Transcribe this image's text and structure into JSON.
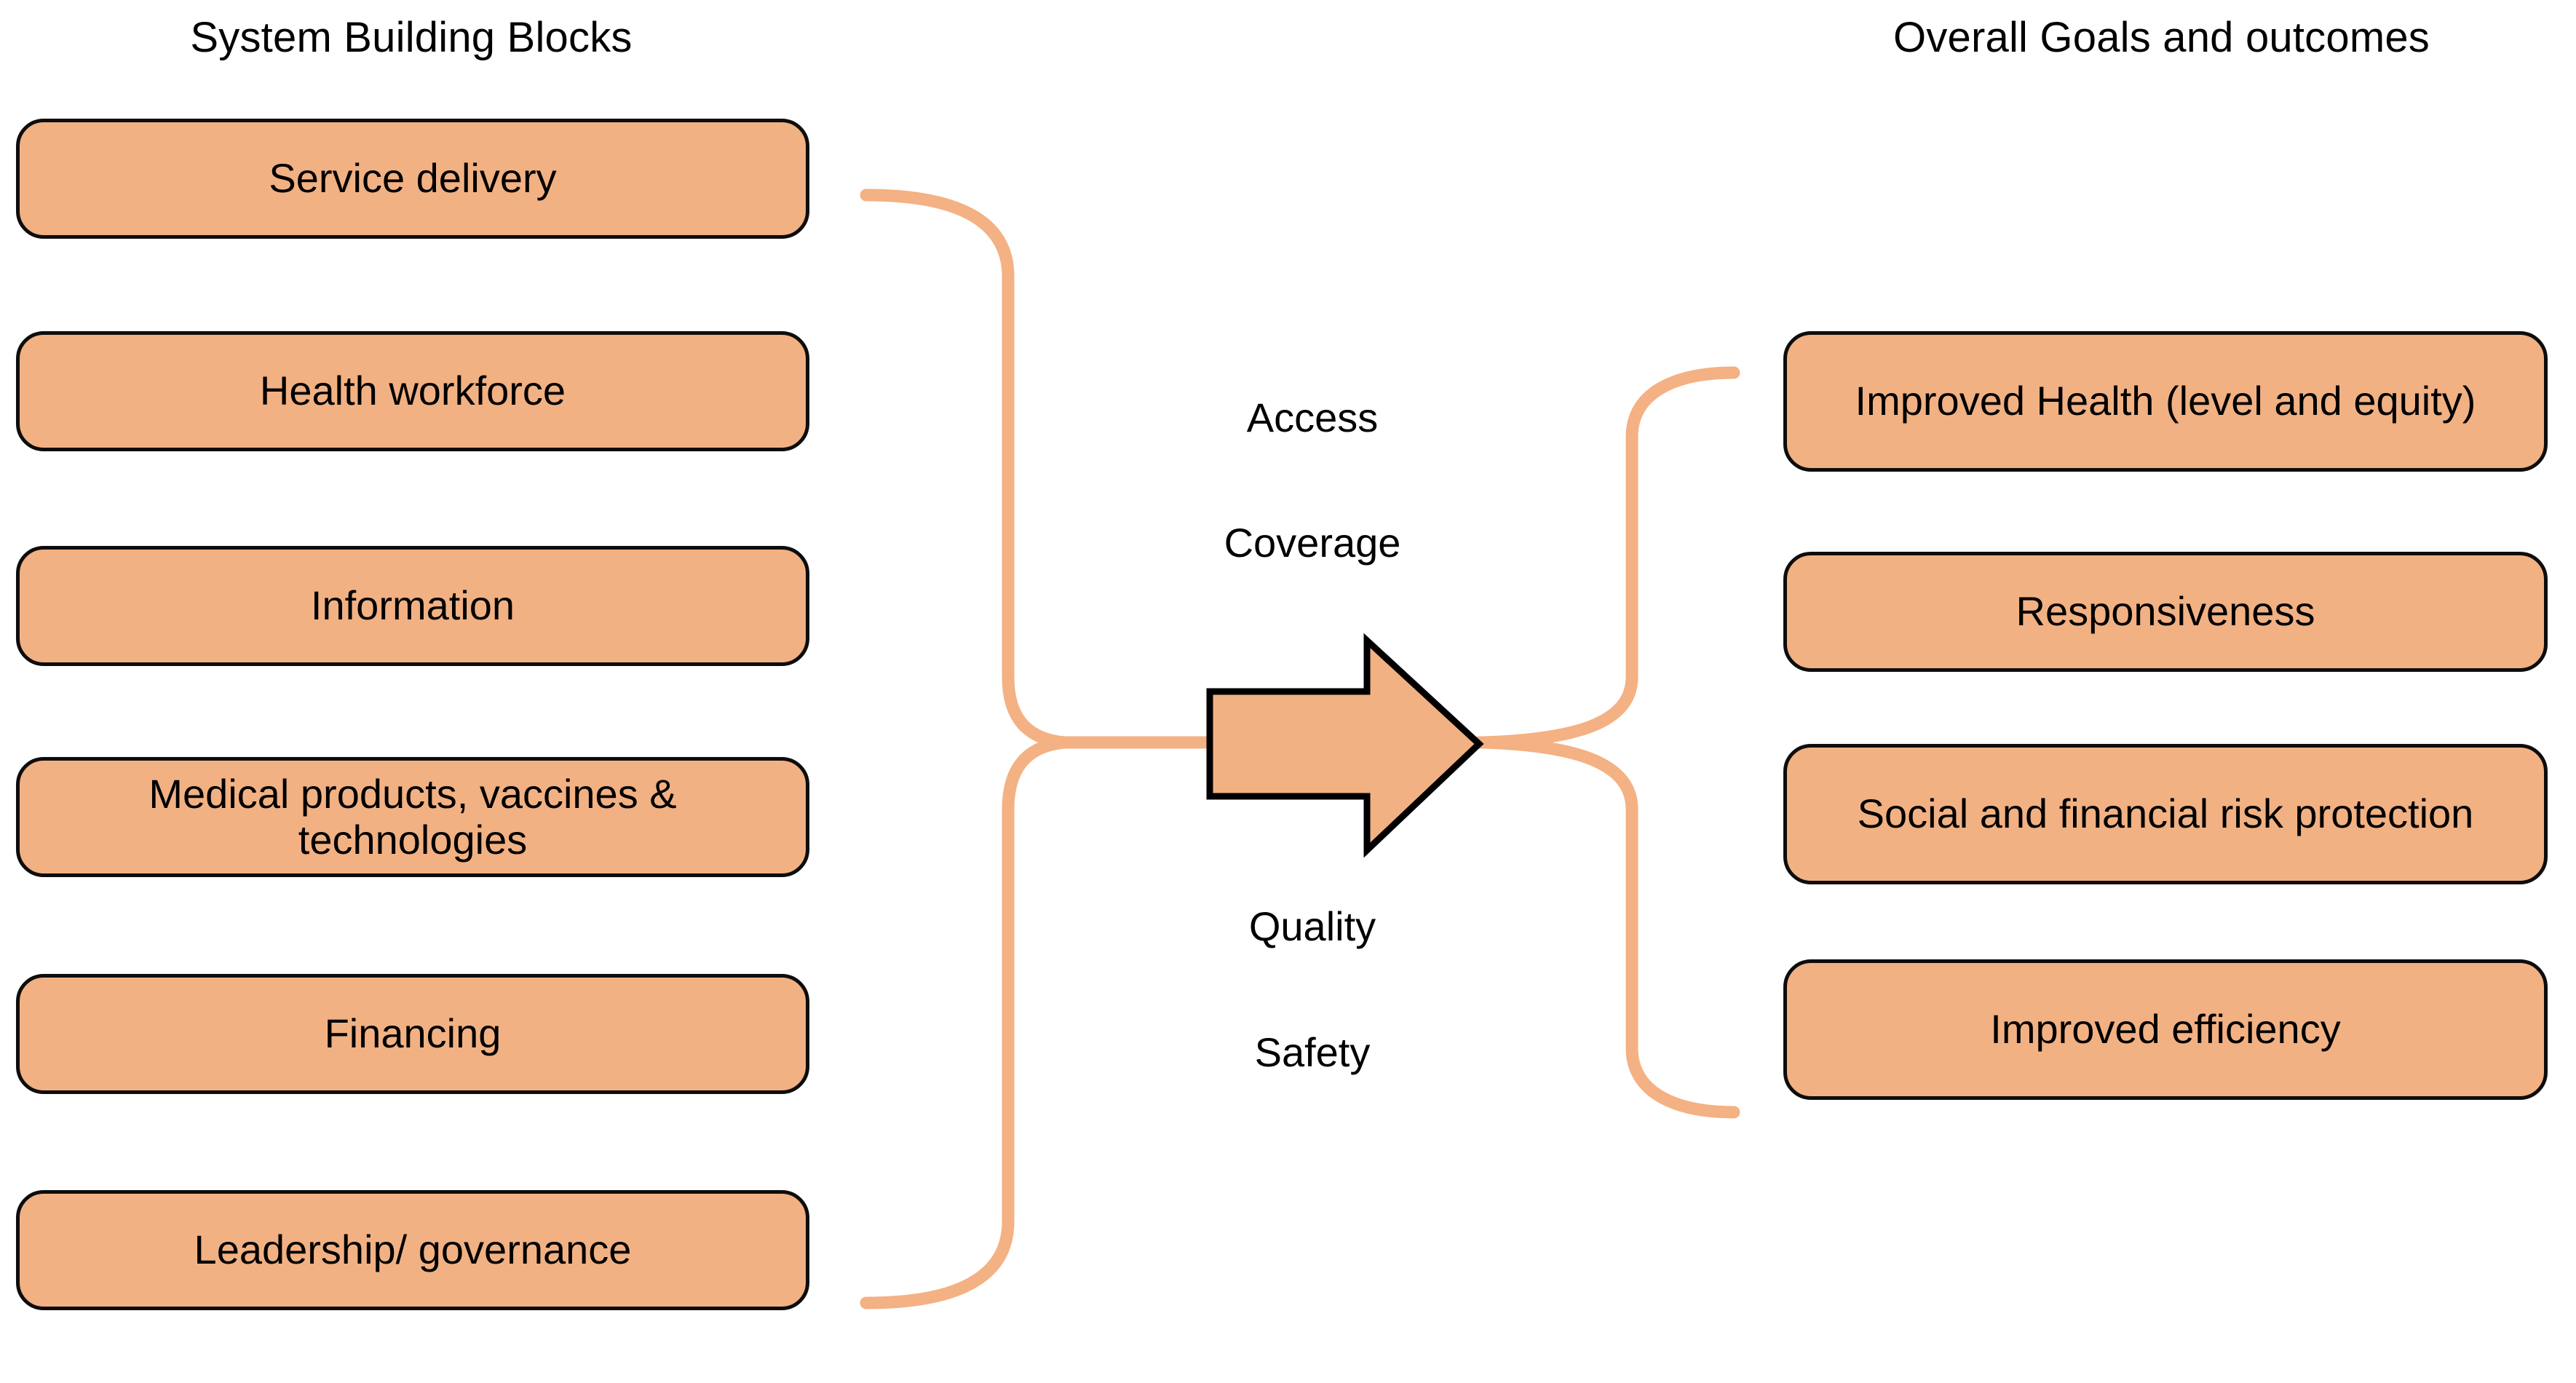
{
  "headings": {
    "left": "System Building Blocks",
    "right": "Overall Goals and outcomes"
  },
  "building_blocks": [
    {
      "label": "Service delivery"
    },
    {
      "label": "Health workforce"
    },
    {
      "label": "Information"
    },
    {
      "label": "Medical products, vaccines & technologies"
    },
    {
      "label": "Financing"
    },
    {
      "label": "Leadership/ governance"
    }
  ],
  "intermediate_labels": [
    {
      "label": "Access"
    },
    {
      "label": "Coverage"
    },
    {
      "label": "Quality"
    },
    {
      "label": "Safety"
    }
  ],
  "goals": [
    {
      "label": "Improved Health (level and equity)"
    },
    {
      "label": "Responsiveness"
    },
    {
      "label": "Social and financial risk protection"
    },
    {
      "label": "Improved efficiency"
    }
  ],
  "colors": {
    "box_fill": "#F2B183",
    "box_stroke": "#0D0D0D",
    "connector": "#F4B183",
    "arrow_fill": "#F2B183",
    "arrow_stroke": "#000000",
    "background": "#FFFFFF",
    "text": "#000000"
  }
}
